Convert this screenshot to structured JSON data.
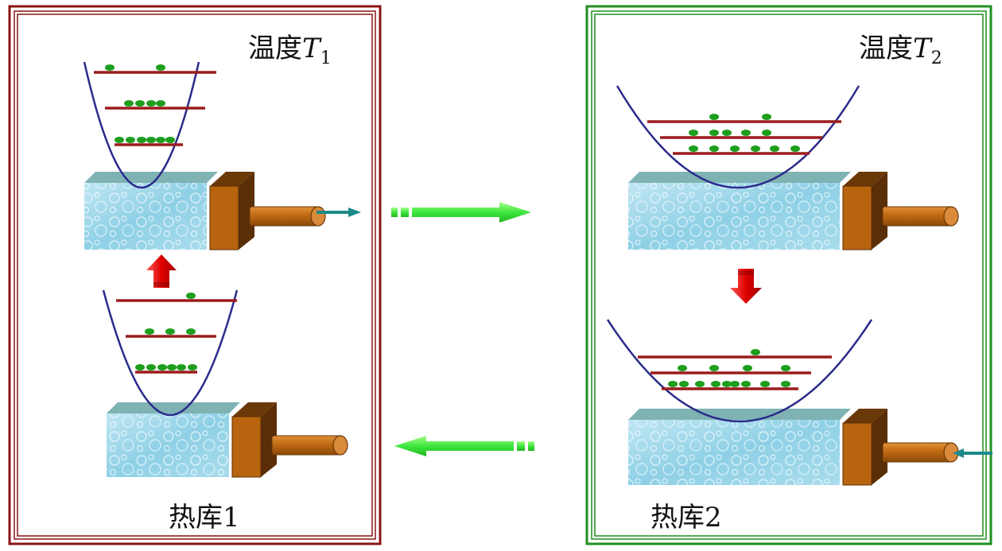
{
  "left_panel": {
    "temperature_label": "温度",
    "temperature_symbol": "T",
    "temperature_subscript": "1",
    "reservoir_label": "热库1",
    "border_color": "#8b1414"
  },
  "right_panel": {
    "temperature_label": "温度",
    "temperature_symbol": "T",
    "temperature_subscript": "2",
    "reservoir_label": "热库2",
    "border_color": "#1f8f1f"
  },
  "colors": {
    "parabola": "#2b2b8c",
    "energy_level": "#9b1c1c",
    "particle": "#1e9e1e",
    "transfer_arrow": "#4cf04c",
    "state_arrow": "#e01010",
    "piston": "#b8640f",
    "heat_arrow": "#1c8a8a"
  },
  "icons": {
    "arrow_right": "arrow-right-icon",
    "arrow_left": "arrow-left-icon",
    "arrow_up": "arrow-up-icon",
    "arrow_down": "arrow-down-icon"
  }
}
